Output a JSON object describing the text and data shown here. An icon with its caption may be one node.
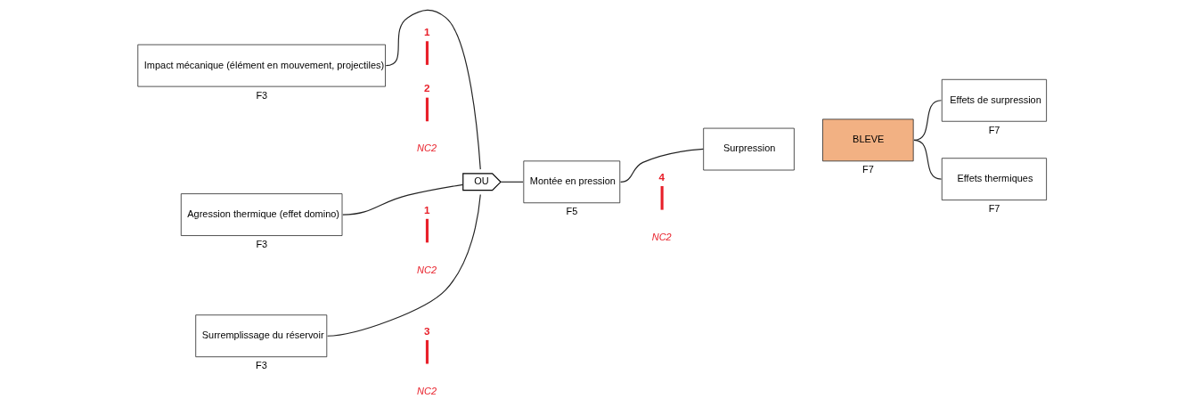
{
  "diagram": {
    "nodes": [
      {
        "text": [
          "Impact mécanique (élément en mouvement, projectiles)"
        ],
        "beside": [
          "F3"
        ]
      },
      {
        "text": [
          "Agression thermique (effet domino)"
        ],
        "beside": [
          "F3"
        ]
      },
      {
        "text": [
          "Surremplissage du réservoir"
        ],
        "beside": [
          "F3"
        ]
      },
      {
        "text": [
          "OU"
        ]
      },
      {
        "text": [
          "Montée en pression"
        ],
        "beside": [
          "F5"
        ]
      },
      {
        "text": [
          "Surpression"
        ]
      },
      {
        "text": [
          "BLEVE"
        ],
        "beside": [
          "F7"
        ]
      },
      {
        "text": [
          "Effets de surpression"
        ],
        "beside": [
          "F7"
        ]
      },
      {
        "text": [
          "Effets thermiques"
        ],
        "beside": [
          "F7"
        ]
      }
    ],
    "edges": [
      {
        "from": 0,
        "to": 3,
        "arrow": "none"
      },
      {
        "from": 1,
        "to": 3,
        "arrow": "none"
      },
      {
        "from": 2,
        "to": 3,
        "arrow": "none"
      },
      {
        "from": 3,
        "to": 4,
        "arrow": "none"
      },
      {
        "from": 4,
        "to": 5,
        "arrow": "none"
      },
      {
        "from": 6,
        "to": 7,
        "arrow": "none"
      },
      {
        "from": 6,
        "to": 8,
        "arrow": "none"
      }
    ],
    "labels": [
      "1",
      "2",
      "NC2",
      "1",
      "NC2",
      "3",
      "NC2",
      "4",
      "NC2"
    ]
  }
}
